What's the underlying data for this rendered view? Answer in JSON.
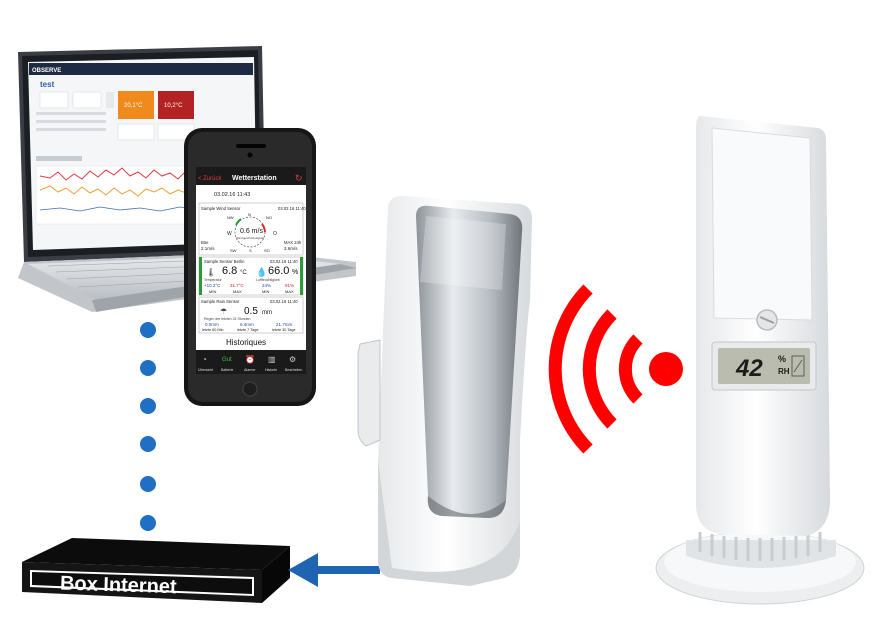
{
  "box": {
    "label": "Box Internet"
  },
  "laptop_app": {
    "logo": "OBSERVE",
    "title": "test",
    "tile_values": [
      "20,1°C",
      "10,2°C"
    ]
  },
  "phone_app": {
    "back": "< Zurück",
    "title": "Wetterstation",
    "date1": "03.02.16 11:43",
    "wind": {
      "sensor": "Sample Wind Sensor",
      "time": "03.02.16 11:40",
      "speed": "0.6 m/s",
      "caption": "Windgeschwindigkeit",
      "gust_label": "Böe",
      "gust_value": "2.1m/s",
      "max_label": "MAX 24h",
      "max_value": "3.6m/s",
      "compass": [
        "N",
        "NW",
        "NO",
        "W",
        "O",
        "SW",
        "S",
        "SO"
      ]
    },
    "temp": {
      "sensor": "Sample Sensor Berlin",
      "time": "03.02.16 11:40",
      "value": "6.8",
      "unit": "°C",
      "label": "Temperatur",
      "min": "+10.2°C",
      "max": "31.7°C",
      "min_label": "MIN",
      "max_label": "MAX"
    },
    "hum": {
      "value": "66.0",
      "unit": "%",
      "label": "Luftfeuchtigkeit",
      "min": "24%",
      "max": "91%",
      "min_label": "MIN",
      "max_label": "MAX"
    },
    "rain": {
      "sensor": "Sample Rain Sensor",
      "time": "03.02.16 11:40",
      "value": "0.5",
      "unit": "mm",
      "caption": "Regen der letzten 24 Stunden",
      "cells": [
        {
          "value": "0.0mm",
          "label": "letzte 60 Min"
        },
        {
          "value": "6.4mm",
          "label": "letzte 7 Tage"
        },
        {
          "value": "21.7mm",
          "label": "letzte 30 Tage"
        }
      ]
    },
    "historiques": "Historiques",
    "tabs": [
      "Übersicht",
      "Batterie",
      "Alarme",
      "Historie",
      "Bearbeiten"
    ],
    "battery_status": "Gut"
  },
  "sensor_display": {
    "value": "42",
    "unit_top": "%",
    "unit_bottom": "RH"
  },
  "colors": {
    "signal": "#ff0000",
    "dots": "#1f6fc5",
    "arrow": "#1f64b0",
    "box": "#111111",
    "accent_orange": "#f08a1c",
    "accent_red": "#b32323"
  }
}
